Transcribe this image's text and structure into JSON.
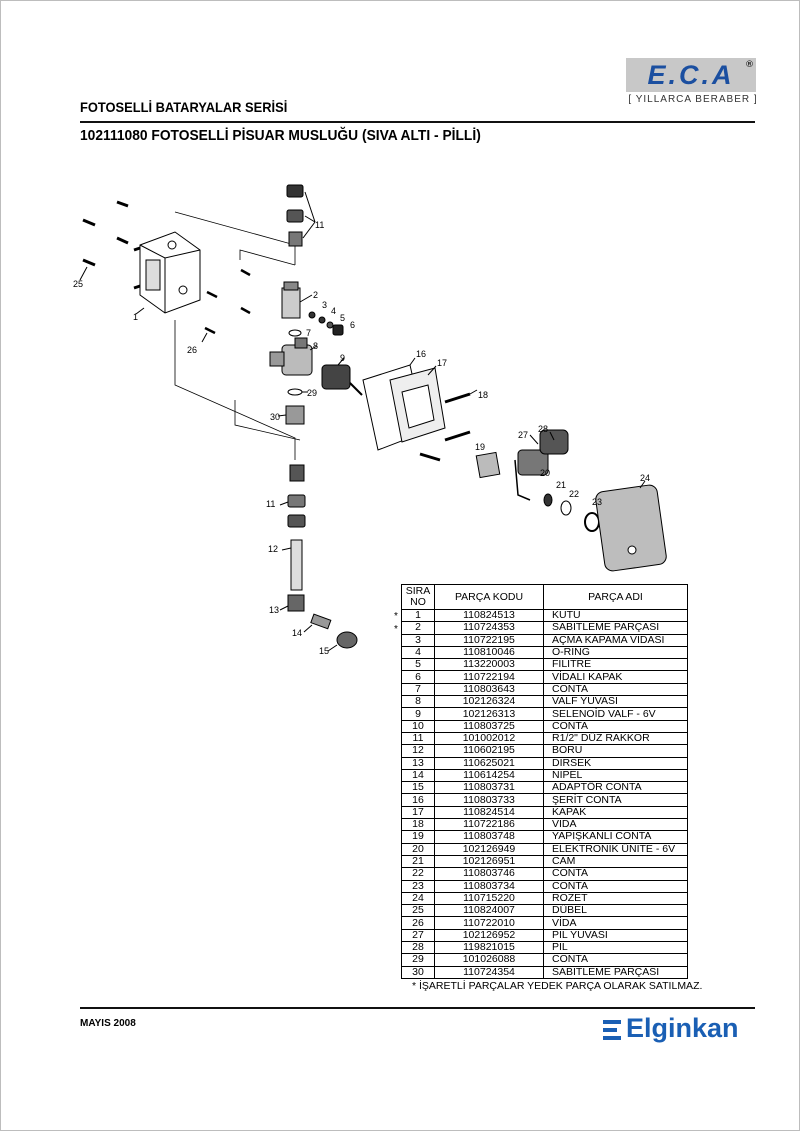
{
  "header": {
    "logo_text": "E.C.A",
    "logo_registered": "®",
    "tagline": "[ YILLARCA BERABER ]",
    "series_title": "FOTOSELLİ BATARYALAR SERİSİ",
    "product_title": "102111080 FOTOSELLİ PİSUAR MUSLUĞU (SIVA ALTI - PİLLİ)"
  },
  "diagram": {
    "callouts": [
      "1",
      "2",
      "3",
      "4",
      "5",
      "6",
      "7",
      "8",
      "9",
      "11",
      "11",
      "12",
      "13",
      "14",
      "15",
      "16",
      "17",
      "18",
      "19",
      "20",
      "21",
      "22",
      "23",
      "24",
      "25",
      "26",
      "27",
      "28",
      "29",
      "30"
    ]
  },
  "table": {
    "headers": [
      "SIRA NO",
      "PARÇA KODU",
      "PARÇA ADI"
    ],
    "rows": [
      [
        "1",
        "110824513",
        "KUTU"
      ],
      [
        "2",
        "110724353",
        "SABİTLEME PARÇASI"
      ],
      [
        "3",
        "110722195",
        "AÇMA KAPAMA VİDASI"
      ],
      [
        "4",
        "110810046",
        "O-RİNG"
      ],
      [
        "5",
        "113220003",
        "FİLİTRE"
      ],
      [
        "6",
        "110722194",
        "VİDALI KAPAK"
      ],
      [
        "7",
        "110803643",
        "CONTA"
      ],
      [
        "8",
        "102126324",
        "VALF YUVASI"
      ],
      [
        "9",
        "102126313",
        "SELENOİD VALF - 6V"
      ],
      [
        "10",
        "110803725",
        "CONTA"
      ],
      [
        "11",
        "101002012",
        "R1/2\" DÜZ RAKKOR"
      ],
      [
        "12",
        "110602195",
        "BORU"
      ],
      [
        "13",
        "110625021",
        "DİRSEK"
      ],
      [
        "14",
        "110614254",
        "NİPEL"
      ],
      [
        "15",
        "110803731",
        "ADAPTÖR CONTA"
      ],
      [
        "16",
        "110803733",
        "ŞERİT CONTA"
      ],
      [
        "17",
        "110824514",
        "KAPAK"
      ],
      [
        "18",
        "110722186",
        "VİDA"
      ],
      [
        "19",
        "110803748",
        "YAPIŞKANLI CONTA"
      ],
      [
        "20",
        "102126949",
        "ELEKTRONİK ÜNİTE - 6V"
      ],
      [
        "21",
        "102126951",
        "CAM"
      ],
      [
        "22",
        "110803746",
        "CONTA"
      ],
      [
        "23",
        "110803734",
        "CONTA"
      ],
      [
        "24",
        "110715220",
        "ROZET"
      ],
      [
        "25",
        "110824007",
        "DÜBEL"
      ],
      [
        "26",
        "110722010",
        "VİDA"
      ],
      [
        "27",
        "102126952",
        "PİL YUVASI"
      ],
      [
        "28",
        "119821015",
        "PİL"
      ],
      [
        "29",
        "101026088",
        "CONTA"
      ],
      [
        "30",
        "110724354",
        "SABİTLEME PARÇASI"
      ]
    ],
    "spare_marker": "*",
    "footnote": "* İŞARETLİ PARÇALAR YEDEK PARÇA OLARAK SATILMAZ."
  },
  "footer": {
    "date": "MAYIS 2008",
    "brand": "Elginkan"
  }
}
